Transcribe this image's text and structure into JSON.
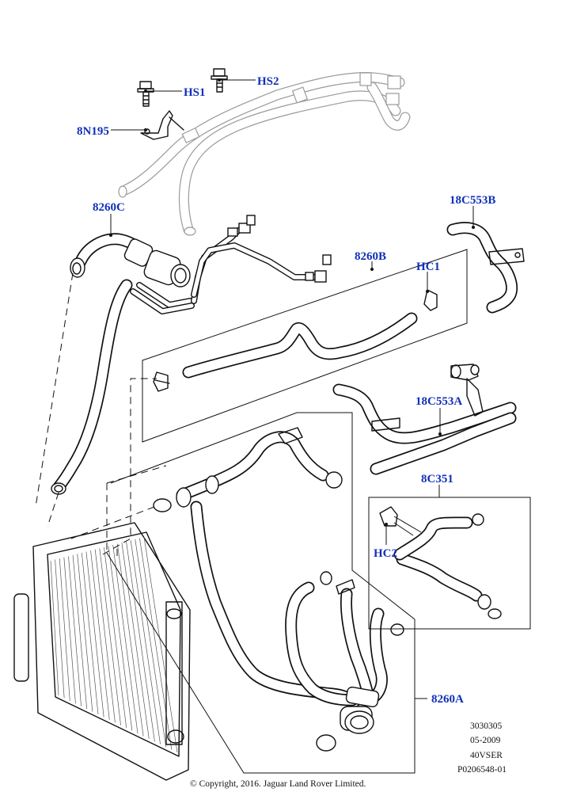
{
  "callouts": {
    "hs1": "HS1",
    "hs2": "HS2",
    "n8n195": "8N195",
    "p8260c": "8260C",
    "p8260b": "8260B",
    "hc1": "HC1",
    "p18c553b": "18C553B",
    "p18c553a": "18C553A",
    "p8c351": "8C351",
    "hc2": "HC2",
    "p8260a": "8260A"
  },
  "reference_block": {
    "line1": "3030305",
    "line2": "05-2009",
    "line3": "40VSER",
    "line4": "P0206548-01"
  },
  "copyright": "© Copyright, 2016. Jaguar Land Rover Limited.",
  "colors": {
    "callout_text": "#1030b8",
    "line_art": "#111111",
    "ghost_parts": "#9a9a9a"
  }
}
